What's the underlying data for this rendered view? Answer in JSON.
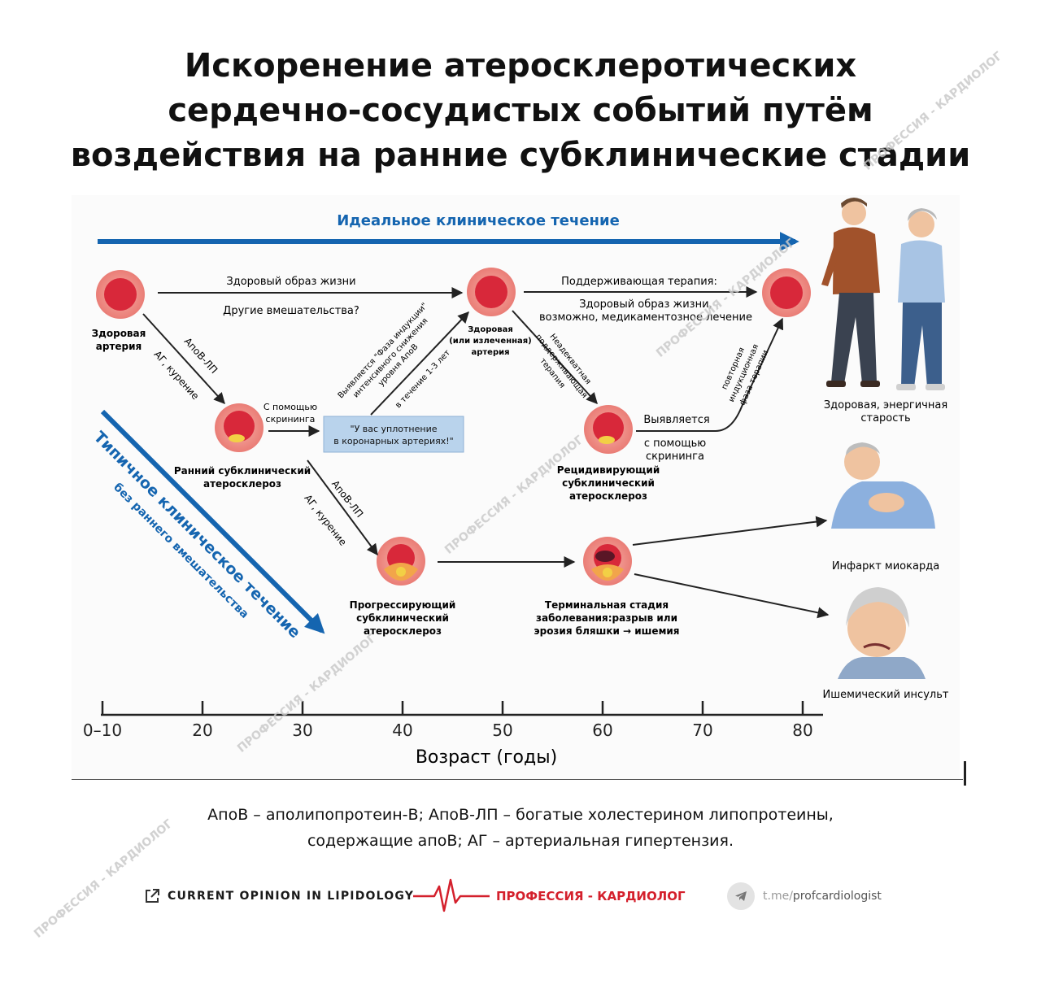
{
  "title": {
    "line1": "Искоренение атеросклеротических",
    "line2": "сердечно-сосудистых событий путём",
    "line3": "воздействия на ранние субклинические стадии"
  },
  "diagram": {
    "ideal_course": "Идеальное клиническое течение",
    "typical_course": "Типичное клиническое течение",
    "typical_sub": "без раннего вмешательства",
    "healthy_artery": [
      "Здоровая",
      "артерия"
    ],
    "healthy_lifestyle": "Здоровый образ жизни",
    "other_interventions": "Другие вмешательства?",
    "healthy_cured": [
      "Здоровая",
      "(или излеченная)",
      "артерия"
    ],
    "maintenance_1": "Поддерживающая терапия:",
    "maintenance_2": "Здоровый образ жизни,",
    "maintenance_3": "возможно, медикаментозное лечение",
    "apob_lp_1": "АпоВ-ЛП",
    "ag_smoking_1": "АГ, курение",
    "apob_lp_2": "АпоВ-ЛП",
    "ag_smoking_2": "АГ, курение",
    "screening_1": [
      "С помощью",
      "скрининга"
    ],
    "message": [
      "\"У вас уплотнение",
      "в коронарных артериях!\""
    ],
    "induction": [
      "Выявляется \"Фаза индукции\"",
      "интенсивного снижения",
      "уровня АпоВ"
    ],
    "period": "в течение 1-3 лет",
    "inadequate": [
      "Неадекватная",
      "поддерживающая",
      "терапия"
    ],
    "detected": "Выявляется",
    "screening_2": [
      "с помощью",
      "скрининга"
    ],
    "repeat_induction": [
      "повторная",
      "индукционная",
      "фаза терапии"
    ],
    "early_sub": [
      "Ранний субклинический",
      "атеросклероз"
    ],
    "recurrent": [
      "Рецидивирующий",
      "субклинический",
      "атеросклероз"
    ],
    "progressive": [
      "Прогрессирующий",
      "субклинический",
      "атеросклероз"
    ],
    "terminal": [
      "Терминальная стадия",
      "заболевания:разрыв или",
      "эрозия бляшки → ишемия"
    ],
    "healthy_old": [
      "Здоровая, энергичная",
      "старость"
    ],
    "mi": "Инфаркт миокарда",
    "stroke": "Ишемический инсульт",
    "axis_ticks": [
      "0–10",
      "20",
      "30",
      "40",
      "50",
      "60",
      "70",
      "80"
    ],
    "axis_label": "Возраст (годы)",
    "watermark": "ПРОФЕССИЯ - КАРДИОЛОГ"
  },
  "footnote": {
    "line1": "АпоВ – аполипопротеин-В; АпоВ-ЛП – богатые холестерином липопротеины,",
    "line2": "содержащие апоВ; АГ – артериальная гипертензия."
  },
  "footer": {
    "journal": "CURRENT OPINION IN LIPIDOLOGY",
    "brand": "ПРОФЕССИЯ - КАРДИОЛОГ",
    "tg_prefix": "t.me/",
    "tg_handle": "profcardiologist"
  },
  "colors": {
    "blue": "#1565b0",
    "artery_red": "#d8283a",
    "plaque_yellow": "#f2d045",
    "brand_red": "#d4202c"
  }
}
